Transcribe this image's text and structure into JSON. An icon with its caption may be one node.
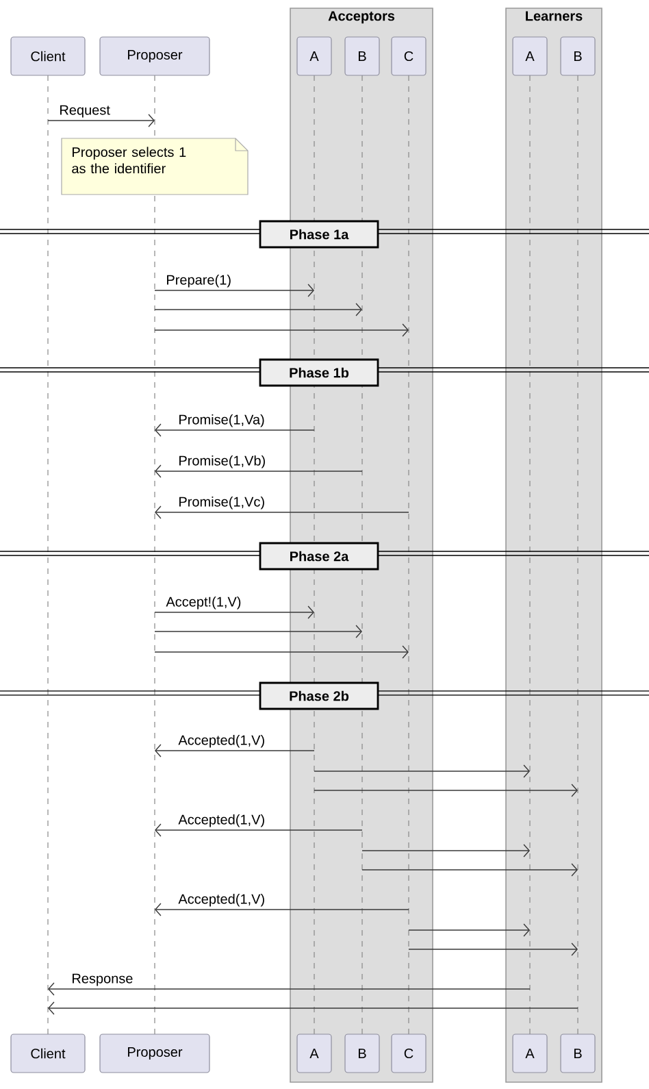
{
  "diagram": {
    "nodes": [
      {
        "text": [
          "Acceptors"
        ]
      },
      {
        "text": [
          "Learners"
        ]
      },
      {
        "text": [
          "Client"
        ]
      },
      {
        "text": [
          "Proposer"
        ]
      },
      {
        "text": [
          "A"
        ],
        "in": 0
      },
      {
        "text": [
          "B"
        ],
        "in": 0
      },
      {
        "text": [
          "C"
        ],
        "in": 0
      },
      {
        "text": [
          "A"
        ],
        "in": 1
      },
      {
        "text": [
          "B"
        ],
        "in": 1
      },
      {
        "text": [
          "Proposer selects 1 as the identifier"
        ]
      },
      {
        "text": [
          "Phase 1a"
        ]
      },
      {
        "text": [
          "Phase 1b"
        ]
      },
      {
        "text": [
          "Phase 2a"
        ]
      },
      {
        "text": [
          "Phase 2b"
        ]
      },
      {
        "text": [
          "Client"
        ]
      },
      {
        "text": [
          "Proposer"
        ]
      },
      {
        "text": [
          "A"
        ],
        "in": 0
      },
      {
        "text": [
          "B"
        ],
        "in": 0
      },
      {
        "text": [
          "C"
        ],
        "in": 0
      },
      {
        "text": [
          "A"
        ],
        "in": 1
      },
      {
        "text": [
          "B"
        ],
        "in": 1
      },
      {
        "text": [],
        "shape": "line"
      },
      {
        "text": [],
        "shape": "line"
      },
      {
        "text": [],
        "shape": "line",
        "in": 0
      },
      {
        "text": [],
        "shape": "line",
        "in": 0
      },
      {
        "text": [],
        "shape": "line",
        "in": 0
      },
      {
        "text": [],
        "shape": "line",
        "in": 1
      },
      {
        "text": [],
        "shape": "line",
        "in": 1
      }
    ],
    "edges": [
      {
        "from": 21,
        "to": 22,
        "arrow": "to",
        "label": "Request"
      },
      {
        "from": 22,
        "to": 23,
        "arrow": "to",
        "label": "Prepare(1)"
      },
      {
        "from": 22,
        "to": 24,
        "arrow": "to"
      },
      {
        "from": 22,
        "to": 25,
        "arrow": "to"
      },
      {
        "from": 23,
        "to": 22,
        "arrow": "to",
        "label": "Promise(1,Va)"
      },
      {
        "from": 24,
        "to": 22,
        "arrow": "to",
        "label": "Promise(1,Vb)"
      },
      {
        "from": 25,
        "to": 22,
        "arrow": "to",
        "label": "Promise(1,Vc)"
      },
      {
        "from": 22,
        "to": 23,
        "arrow": "to",
        "label": "Accept!(1,V)"
      },
      {
        "from": 22,
        "to": 24,
        "arrow": "to"
      },
      {
        "from": 22,
        "to": 25,
        "arrow": "to"
      },
      {
        "from": 23,
        "to": 22,
        "arrow": "to",
        "label": "Accepted(1,V)"
      },
      {
        "from": 23,
        "to": 26,
        "arrow": "to"
      },
      {
        "from": 23,
        "to": 27,
        "arrow": "to"
      },
      {
        "from": 24,
        "to": 22,
        "arrow": "to",
        "label": "Accepted(1,V)"
      },
      {
        "from": 24,
        "to": 26,
        "arrow": "to"
      },
      {
        "from": 24,
        "to": 27,
        "arrow": "to"
      },
      {
        "from": 25,
        "to": 22,
        "arrow": "to",
        "label": "Accepted(1,V)"
      },
      {
        "from": 25,
        "to": 26,
        "arrow": "to"
      },
      {
        "from": 25,
        "to": 27,
        "arrow": "to"
      },
      {
        "from": 26,
        "to": 21,
        "arrow": "to",
        "label": "Response"
      },
      {
        "from": 27,
        "to": 21,
        "arrow": "to"
      }
    ]
  }
}
